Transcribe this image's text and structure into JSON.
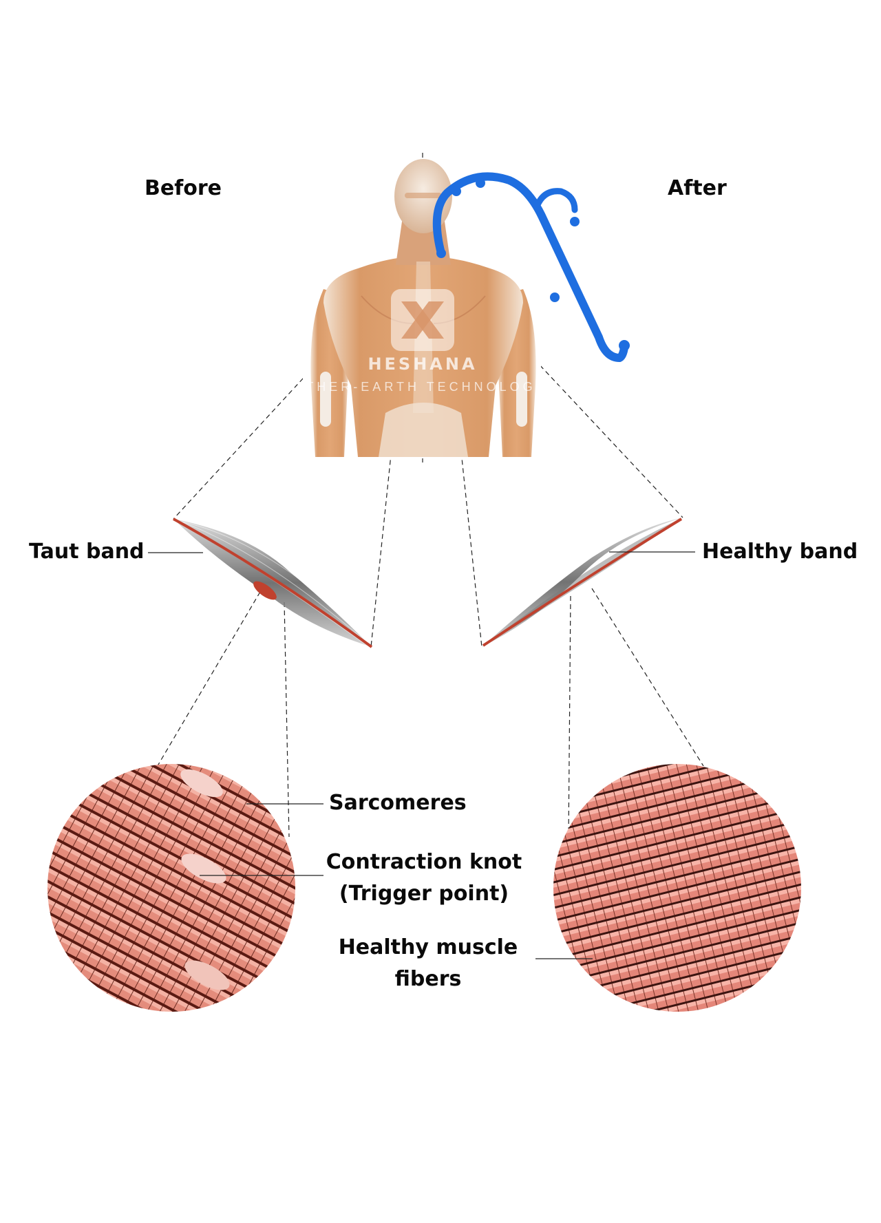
{
  "headers": {
    "before": "Before",
    "after": "After"
  },
  "watermark": {
    "brand": "HESHANA",
    "tagline": "MOTHER-EARTH TECHNOLOGIES"
  },
  "labels": {
    "taut_band": "Taut band",
    "healthy_band": "Healthy band",
    "sarcomeres": "Sarcomeres",
    "contraction_knot_line1": "Contraction knot",
    "contraction_knot_line2": "(Trigger point)",
    "healthy_fibers_line1": "Healthy muscle",
    "healthy_fibers_line2": "fibers"
  },
  "colors": {
    "muscle": "#d9866a",
    "fiber": "#e0857a",
    "band_core": "#c0412e",
    "massager": "#1e6ee0"
  },
  "icons": {
    "massager_tool": "blue-back-massager-hook-icon",
    "logo": "heshana-x-logo-icon"
  }
}
